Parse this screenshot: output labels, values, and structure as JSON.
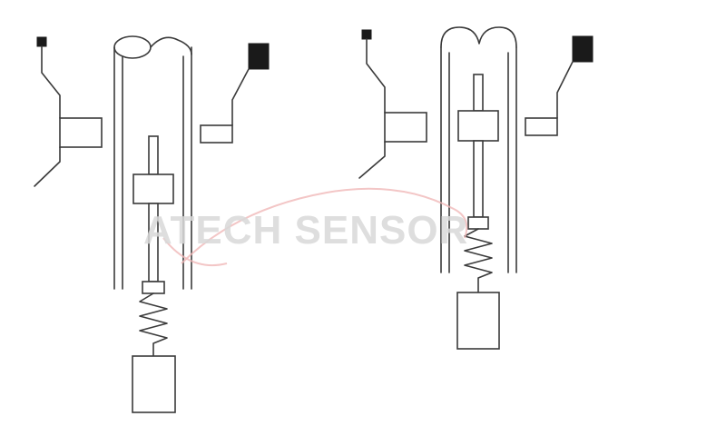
{
  "watermark": {
    "text": "ATECH SENSOR",
    "arc_color": "#f0b8b8",
    "text_color": "#d9d9d9"
  },
  "diagram": {
    "states": [
      {
        "id": "left",
        "note": "float-extended"
      },
      {
        "id": "right",
        "note": "float-raised"
      }
    ]
  }
}
